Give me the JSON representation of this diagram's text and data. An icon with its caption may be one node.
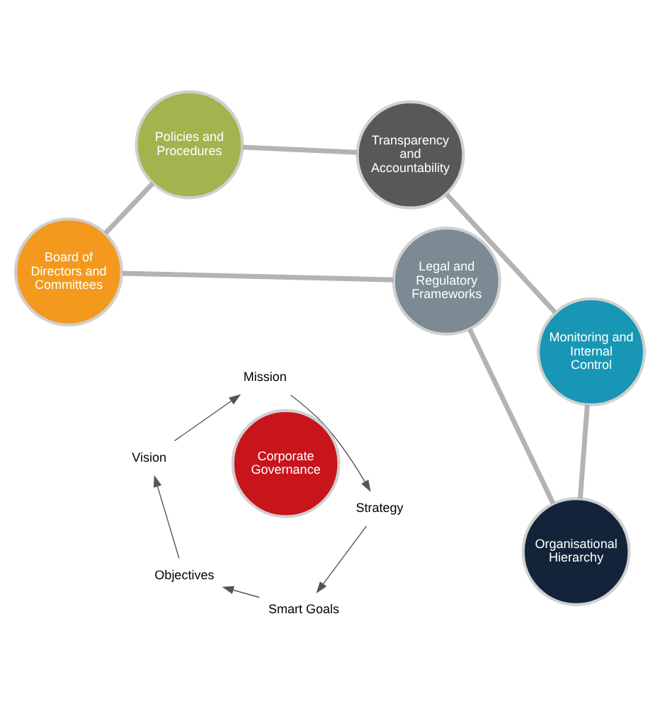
{
  "diagram": {
    "nodes": [
      {
        "text": [
          "Board of Directors and Committees"
        ]
      },
      {
        "text": [
          "Legal and Regulatory Frameworks"
        ]
      },
      {
        "text": [
          "Organisational Hierarchy"
        ]
      },
      {
        "text": [
          "Monitoring and Internal Control"
        ]
      },
      {
        "text": [
          "Transparency and Accountability"
        ]
      },
      {
        "text": [
          "Policies and Procedures"
        ]
      },
      {
        "text": [
          "Vision"
        ]
      },
      {
        "text": [
          "Mission"
        ]
      },
      {
        "text": [
          "Strategy"
        ]
      },
      {
        "text": [
          "Smart Goals"
        ]
      },
      {
        "text": [
          "Objectives"
        ]
      },
      {
        "text": [
          "Corporate Governance"
        ]
      }
    ],
    "edges": [
      {
        "from": 0,
        "to": 1,
        "arrow": "none",
        "color": "#b3b3b3"
      },
      {
        "from": 1,
        "to": 2,
        "arrow": "none",
        "color": "#b3b3b3"
      },
      {
        "from": 2,
        "to": 3,
        "arrow": "none",
        "color": "#b3b3b3"
      },
      {
        "from": 3,
        "to": 4,
        "arrow": "none",
        "color": "#b3b3b3"
      },
      {
        "from": 4,
        "to": 5,
        "arrow": "none",
        "color": "#b3b3b3"
      },
      {
        "from": 5,
        "to": 0,
        "arrow": "none",
        "color": "#b3b3b3"
      },
      {
        "from": 6,
        "to": 7,
        "arrow": "to",
        "color": "#555555"
      },
      {
        "from": 7,
        "to": 8,
        "arrow": "to",
        "color": "#555555"
      },
      {
        "from": 8,
        "to": 9,
        "arrow": "to",
        "color": "#555555"
      },
      {
        "from": 9,
        "to": 10,
        "arrow": "to",
        "color": "#555555"
      },
      {
        "from": 10,
        "to": 6,
        "arrow": "to",
        "color": "#555555"
      }
    ]
  }
}
